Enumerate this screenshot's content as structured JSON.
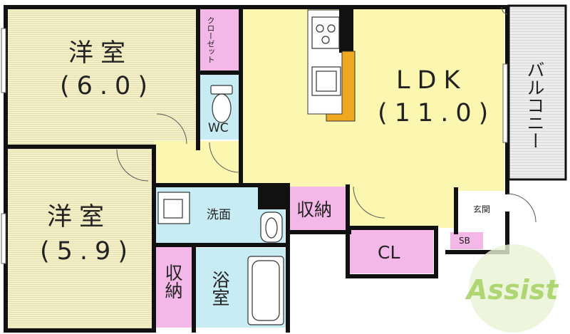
{
  "rooms": {
    "western_room_1": {
      "name": "洋室",
      "size": "(6.0)"
    },
    "western_room_2": {
      "name": "洋室",
      "size": "(5.9)"
    },
    "ldk": {
      "name": "LDK",
      "size": "(11.0)"
    },
    "closet_top": {
      "name": "クローゼット"
    },
    "wc": {
      "name": "WC"
    },
    "washroom": {
      "name": "洗面"
    },
    "storage_center": {
      "name": "収納"
    },
    "storage_left": {
      "name": "収納"
    },
    "bathroom": {
      "name": "浴室"
    },
    "walk_in_closet": {
      "name": "CL"
    },
    "entrance": {
      "name": "玄関"
    },
    "shoe_box": {
      "name": "SB"
    },
    "balcony": {
      "name": "バルコニー"
    }
  },
  "logo": {
    "text": "Assist"
  },
  "colors": {
    "wall": "#111111",
    "tatami_room": "#f5f1cc",
    "room_stripe": "#e2dca8",
    "ldk": "#fbf7b0",
    "storage": "#f4b8e8",
    "wet_area": "#c8ecf4",
    "corridor": "#fbf7b0",
    "balcony": "#e6e6e6",
    "logo_green": "#a8d468"
  }
}
